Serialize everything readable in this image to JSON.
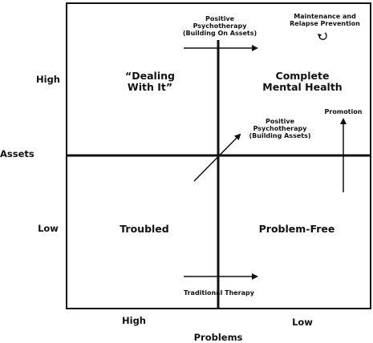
{
  "axes": {
    "y_label": "Assets",
    "y_high": "High",
    "y_low": "Low",
    "x_label": "Problems",
    "x_high": "High",
    "x_low": "Low"
  },
  "quadrants": {
    "top_left": "“Dealing\nWith It”",
    "top_right": "Complete\nMental Health",
    "bottom_left": "Troubled",
    "bottom_right": "Problem-Free"
  },
  "annotations": {
    "positive_top": "Positive\nPsychotherapy\n(Building On Assets)",
    "positive_mid": "Positive\nPsychotherapy\n(Building Assets)",
    "maintenance": "Maintenance and\nRelapse Prevention",
    "promotion": "Promotion",
    "traditional": "Traditional Therapy"
  },
  "icons": {
    "cycle": "circular-arrow-icon"
  }
}
